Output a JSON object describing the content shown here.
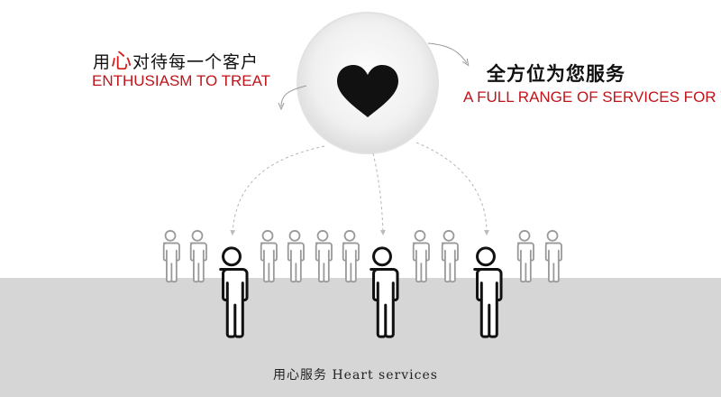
{
  "slogan_left": {
    "prefix": "用",
    "highlight": "心",
    "suffix": "对待每一个客户",
    "english": "ENTHUSIASM TO TREAT"
  },
  "slogan_right": {
    "chinese": "全方位为您服务",
    "english": "A FULL RANGE OF SERVICES FOR YOU"
  },
  "caption": "用心服务 Heart services",
  "center_icon": "heart-icon",
  "colors": {
    "accent_red": "#c0141a",
    "floor_gray": "#d6d6d6",
    "figure_dark": "#111111",
    "figure_light": "#9a9a9a"
  }
}
